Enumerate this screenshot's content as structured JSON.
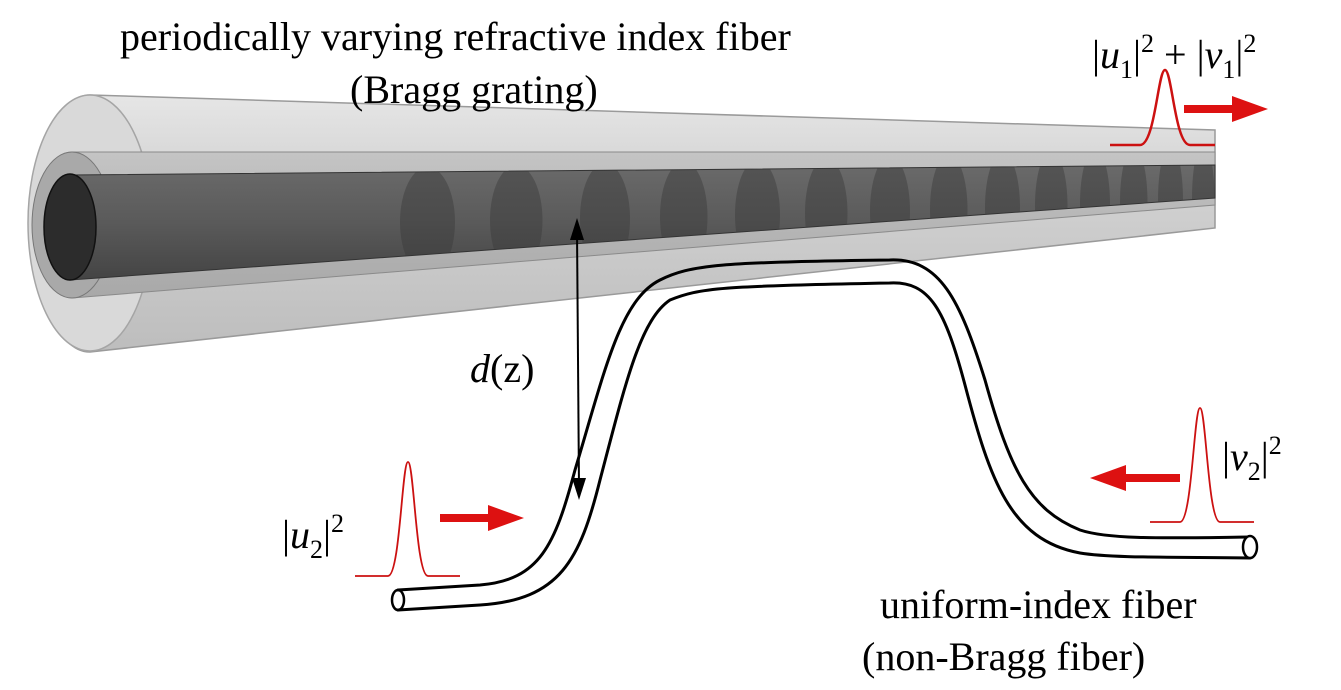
{
  "labels": {
    "bragg_title_line1": "periodically varying refractive index fiber",
    "bragg_title_line2": "(Bragg grating)",
    "uniform_line1": "uniform-index fiber",
    "uniform_line2": "(non-Bragg fiber)",
    "distance_symbol": "d",
    "distance_arg": "(z)"
  },
  "pulse_labels": {
    "u1_base": "u",
    "u1_sub": "1",
    "v1_base": "v",
    "v1_sub": "1",
    "u2_base": "u",
    "u2_sub": "2",
    "v2_base": "v",
    "v2_sub": "2",
    "bar": "|",
    "squared": "2",
    "plus": "+"
  },
  "colors": {
    "pulse": "#cc1111",
    "arrow": "#dd1111",
    "outline": "#000000",
    "cladding": "#d0d0d0",
    "core": "#4a4a4a"
  }
}
